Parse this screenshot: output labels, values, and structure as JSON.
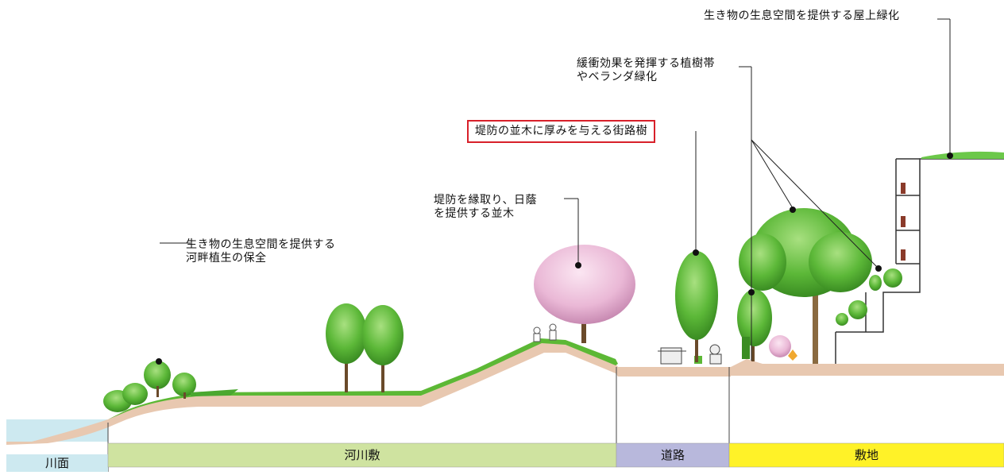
{
  "labels": {
    "rooftop": "生き物の生息空間を提供する屋上緑化",
    "buffer": "緩衝効果を発揮する植樹帯\nやベランダ緑化",
    "street_trees": "堤防の並木に厚みを与える街路樹",
    "embankment_trees": "堤防を縁取り、日蔭\nを提供する並木",
    "riparian": "生き物の生息空間を提供する\n河畔植生の保全"
  },
  "zones": {
    "river_surface": "川面",
    "riverbed": "河川敷",
    "road": "道路",
    "site": "敷地"
  },
  "colors": {
    "water": "#cde9f0",
    "riverbed_band": "#cfe3a0",
    "road_band": "#b8b8dc",
    "site_band": "#fff228",
    "earth": "#e8c8b0",
    "grass": "#5cb835",
    "tree": "#6cc84a",
    "cherry": "#f0c8e0",
    "highlight_border": "#d8202a"
  }
}
